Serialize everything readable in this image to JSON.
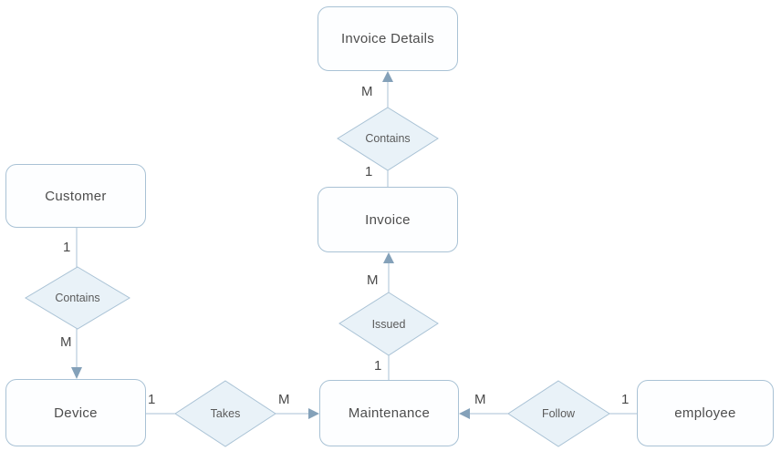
{
  "diagram": {
    "type": "entity-relationship-diagram",
    "background": "#ffffff",
    "colors": {
      "shape_stroke": "#a9c2d5",
      "entity_fill": "#fdfeff",
      "diamond_fill": "#e9f2f8",
      "arrow_fill": "#84a1b9",
      "text": "#4d4d4d"
    },
    "entities": {
      "customer": {
        "label": "Customer"
      },
      "device": {
        "label": "Device"
      },
      "maintenance": {
        "label": "Maintenance"
      },
      "invoice": {
        "label": "Invoice"
      },
      "invoice_details": {
        "label": "Invoice Details"
      },
      "employee": {
        "label": "employee"
      }
    },
    "relationships": {
      "contains_customer_device": {
        "label": "Contains",
        "from": "Customer",
        "to": "Device",
        "from_cardinality": "1",
        "to_cardinality": "M"
      },
      "takes": {
        "label": "Takes",
        "from": "Device",
        "to": "Maintenance",
        "from_cardinality": "1",
        "to_cardinality": "M"
      },
      "issued": {
        "label": "Issued",
        "from": "Maintenance",
        "to": "Invoice",
        "from_cardinality": "1",
        "to_cardinality": "M"
      },
      "contains_invoice_details": {
        "label": "Contains",
        "from": "Invoice",
        "to": "Invoice Details",
        "from_cardinality": "1",
        "to_cardinality": "M"
      },
      "follow": {
        "label": "Follow",
        "from": "employee",
        "to": "Maintenance",
        "from_cardinality": "1",
        "to_cardinality": "M"
      }
    }
  }
}
